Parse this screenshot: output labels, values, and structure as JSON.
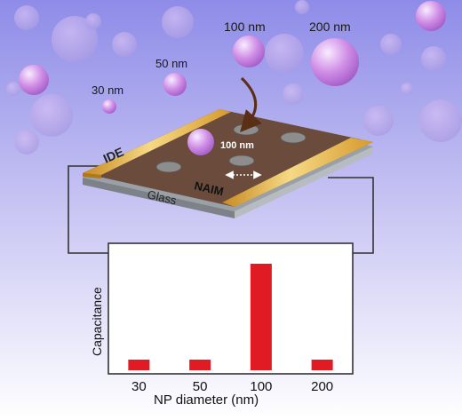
{
  "labels": {
    "np_30": "30 nm",
    "np_50": "50 nm",
    "np_100": "100 nm",
    "np_200": "200 nm",
    "pore": "100 nm",
    "electrode": "IDE",
    "membrane": "NAIM",
    "substrate": "Glass"
  },
  "colors": {
    "background_top": "#8e8ce8",
    "background_bottom": "#ffffff",
    "nanoparticle": "#d08ee6",
    "membrane": "#6a4b3c",
    "electrode": "#d9a331",
    "glass": "#9aa0a6",
    "arrow": "#5b2e16",
    "bar": "#e01b24"
  },
  "chart_data": {
    "type": "bar",
    "categories": [
      "30",
      "50",
      "100",
      "200"
    ],
    "values": [
      1.2,
      1.2,
      12.0,
      1.2
    ],
    "ylim": [
      0,
      13.5
    ],
    "xlabel": "NP diameter (nm)",
    "ylabel": "Capacitance",
    "grid": false,
    "legend": "none"
  }
}
